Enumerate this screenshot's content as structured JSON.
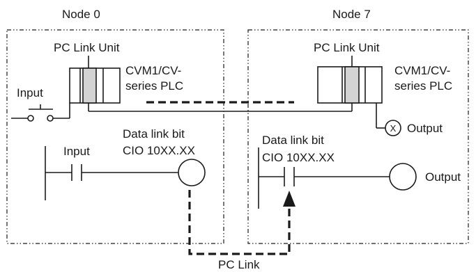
{
  "node0": {
    "title": "Node 0",
    "unit_label": "PC Link Unit",
    "plc_label_1": "CVM1/CV-",
    "plc_label_2": "series PLC",
    "input_switch_label": "Input",
    "ladder_input_label": "Input",
    "data_link_label_1": "Data link bit",
    "data_link_label_2": "CIO 10XX.XX"
  },
  "node7": {
    "title": "Node 7",
    "unit_label": "PC Link Unit",
    "plc_label_1": "CVM1/CV-",
    "plc_label_2": "series PLC",
    "output_lamp_symbol": "X",
    "output_lamp_label": "Output",
    "data_link_label_1": "Data link bit",
    "data_link_label_2": "CIO 10XX.XX",
    "ladder_output_label": "Output"
  },
  "link_label": "PC Link",
  "colors": {
    "line": "#1a1a1a",
    "pc_link_card": "#d3d3d3",
    "background": "#ffffff"
  }
}
